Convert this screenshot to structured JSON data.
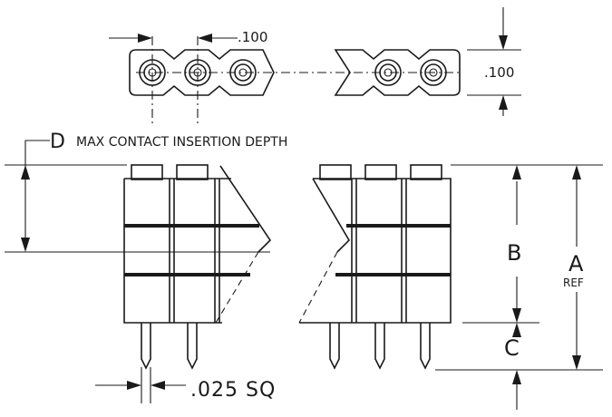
{
  "top_view": {
    "pitch_label": ".100",
    "row_label": ".100"
  },
  "side_view": {
    "depth_letter": "D",
    "depth_text": "MAX CONTACT INSERTION DEPTH",
    "dim_b": "B",
    "dim_a": "A",
    "dim_a_note": "REF",
    "dim_c": "C",
    "pin_size": ".025 SQ"
  }
}
